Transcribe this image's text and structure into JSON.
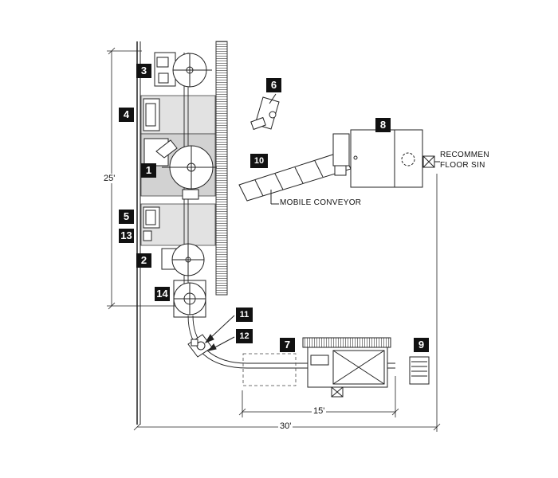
{
  "equipment_numbers": {
    "n1": "1",
    "n2": "2",
    "n3": "3",
    "n4": "4",
    "n5": "5",
    "n6": "6",
    "n7": "7",
    "n8": "8",
    "n9": "9",
    "n10": "10",
    "n11": "11",
    "n12": "12",
    "n13": "13",
    "n14": "14"
  },
  "dimensions": {
    "height": "25'",
    "width": "30'",
    "inner_width": "15'"
  },
  "notes": {
    "mobile_conveyor": "MOBILE CONVEYOR",
    "floor_sink_line1": "RECOMMEN",
    "floor_sink_line2": "FLOOR SIN"
  }
}
